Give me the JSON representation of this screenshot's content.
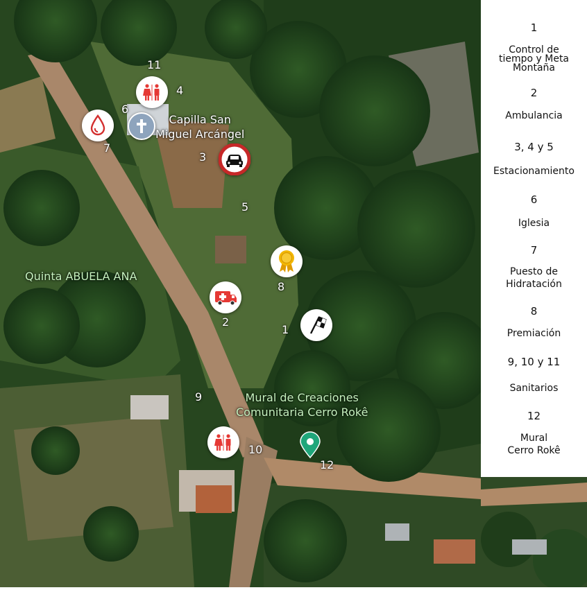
{
  "map": {
    "places": {
      "chapel": "Capilla San Miguel Arcángel",
      "chapel_line1": "Capilla San",
      "chapel_line2": "Miguel Arcángel",
      "quinta": "Quinta ABUELA ANA",
      "mural_line1": "Mural de Creaciones",
      "mural_line2": "Comunitaria Cerro Rokê"
    },
    "numbers": [
      "1",
      "2",
      "3",
      "4",
      "5",
      "6",
      "7",
      "8",
      "9",
      "10",
      "11",
      "12"
    ],
    "markers": [
      {
        "id": "finish",
        "icon": "checkered-flag-icon",
        "number": "1"
      },
      {
        "id": "ambulance",
        "icon": "ambulance-icon",
        "number": "2",
        "color": "#e53935"
      },
      {
        "id": "parking",
        "icon": "no-vehicles-sign-icon",
        "number": "3",
        "color": "#c62828"
      },
      {
        "id": "restroom-11",
        "icon": "restroom-icon",
        "number": "11",
        "color": "#e53935"
      },
      {
        "id": "church",
        "icon": "church-cross-icon",
        "number": "6",
        "color": "#8ea4bd"
      },
      {
        "id": "hydration",
        "icon": "water-drop-icon",
        "number": "7",
        "color": "#d32f2f"
      },
      {
        "id": "awards",
        "icon": "award-ribbon-icon",
        "number": "8",
        "color": "#f2b705"
      },
      {
        "id": "restroom-10",
        "icon": "restroom-icon",
        "number": "10",
        "color": "#e53935"
      },
      {
        "id": "mural",
        "icon": "map-pin-icon",
        "number": "12",
        "color": "#1fa67a"
      }
    ]
  },
  "legend": [
    {
      "num": "1",
      "label_lines": [
        "Control de",
        "tiempo y Meta",
        "Montaña"
      ]
    },
    {
      "num": "2",
      "label_lines": [
        "Ambulancia"
      ]
    },
    {
      "num": "3, 4 y 5",
      "label_lines": [
        "Estacionamiento"
      ]
    },
    {
      "num": "6",
      "label_lines": [
        "Iglesia"
      ]
    },
    {
      "num": "7",
      "label_lines": [
        "Puesto de",
        "Hidratación"
      ]
    },
    {
      "num": "8",
      "label_lines": [
        "Premiación"
      ]
    },
    {
      "num": "9, 10 y 11",
      "label_lines": [
        "Sanitarios"
      ]
    },
    {
      "num": "12",
      "label_lines": [
        "Mural",
        "Cerro Rokê"
      ]
    }
  ]
}
